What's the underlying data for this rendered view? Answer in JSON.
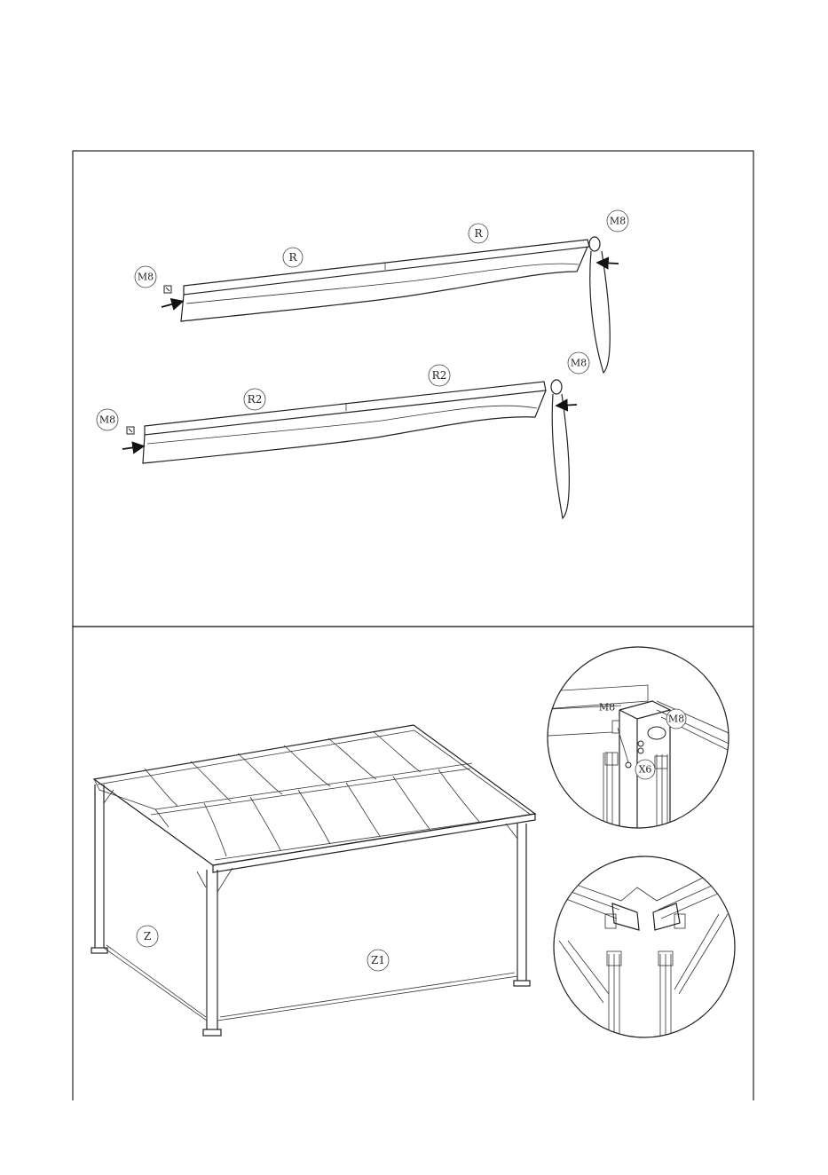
{
  "panel1": {
    "upper_curtain": {
      "label_left": "R",
      "label_right": "R",
      "hardware_left": "M8",
      "hardware_right": "M8"
    },
    "lower_curtain": {
      "label_left": "R2",
      "label_right": "R2",
      "hardware_left": "M8",
      "hardware_right": "M8"
    }
  },
  "panel2": {
    "gazebo": {
      "label_side": "Z",
      "label_front": "Z1"
    },
    "detail_top": {
      "hardware_left": "M8",
      "hardware_right": "M8",
      "quantity": "X6"
    },
    "detail_bottom": {}
  }
}
